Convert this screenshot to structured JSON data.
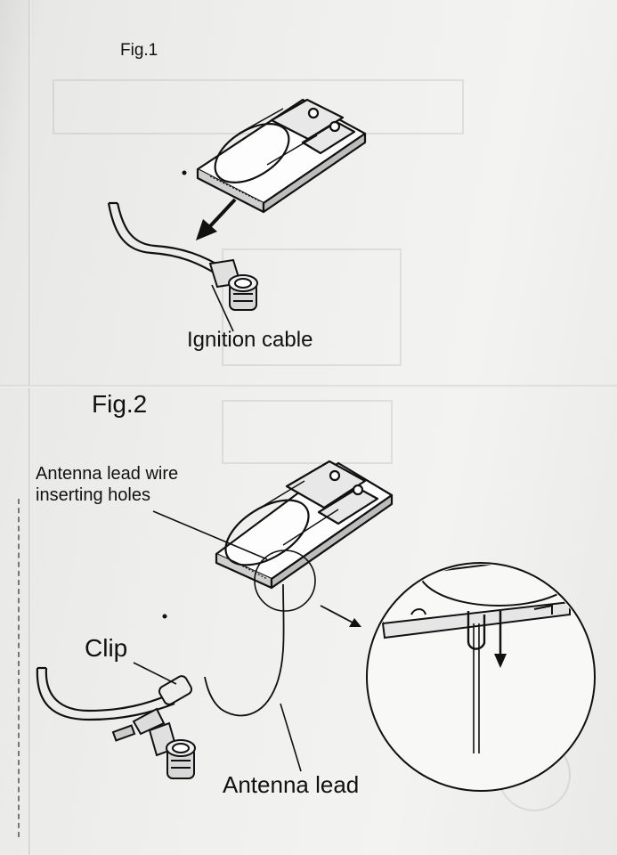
{
  "figure1": {
    "title": "Fig.1",
    "callout": "Ignition cable"
  },
  "figure2": {
    "title": "Fig.2",
    "callout_holes_line1": "Antenna lead wire",
    "callout_holes_line2": "inserting holes",
    "callout_clip": "Clip",
    "callout_antenna": "Antenna lead"
  },
  "colors": {
    "ink": "#111111",
    "paper": "#f0f0ee"
  }
}
